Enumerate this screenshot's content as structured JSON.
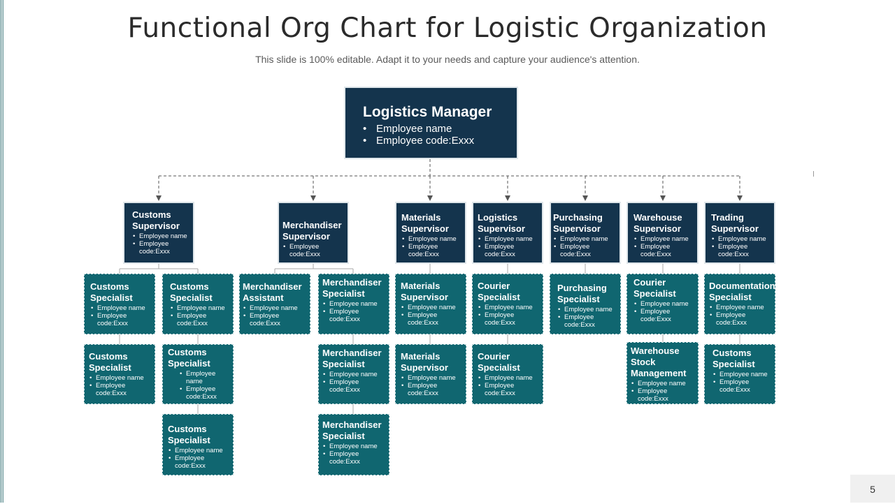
{
  "title": "Functional Org Chart for Logistic Organization",
  "subtitle": "This slide is 100% editable. Adapt it to your needs and capture your audience's attention.",
  "page_number": "5",
  "manager": {
    "title": "Logistics Manager",
    "items": [
      "Employee name",
      "Employee code:Exxx"
    ]
  },
  "supervisors": [
    {
      "title": "Customs Supervisor",
      "items": [
        "Employee name",
        "Employee code:Exxx"
      ]
    },
    {
      "title": "Merchandiser Supervisor",
      "items": [
        "Employee code:Exxx"
      ]
    },
    {
      "title": "Materials Supervisor",
      "items": [
        "Employee name",
        "Employee code:Exxx"
      ]
    },
    {
      "title": "Logistics Supervisor",
      "items": [
        "Employee name",
        "Employee code:Exxx"
      ]
    },
    {
      "title": "Purchasing Supervisor",
      "items": [
        "Employee name",
        "Employee code:Exxx"
      ]
    },
    {
      "title": "Warehouse Supervisor",
      "items": [
        "Employee name",
        "Employee code:Exxx"
      ]
    },
    {
      "title": "Trading Supervisor",
      "items": [
        "Employee name",
        "Employee code:Exxx"
      ]
    }
  ],
  "staff": [
    {
      "title": "Customs Specialist",
      "items": [
        "Employee name",
        "Employee code:Exxx"
      ]
    },
    {
      "title": "Customs Specialist",
      "items": [
        "Employee name",
        "Employee code:Exxx"
      ]
    },
    {
      "title": "Customs Specialist",
      "items": [
        "Employee name",
        "Employee code:Exxx"
      ]
    },
    {
      "title": "Customs Specialist",
      "items": [
        "Employee name",
        "Employee code:Exxx"
      ]
    },
    {
      "title": "Customs Specialist",
      "items": [
        "Employee name",
        "Employee code:Exxx"
      ]
    },
    {
      "title": "Merchandiser Assistant",
      "items": [
        "Employee name",
        "Employee code:Exxx"
      ]
    },
    {
      "title": "Merchandiser Specialist",
      "items": [
        "Employee name",
        "Employee code:Exxx"
      ]
    },
    {
      "title": "Merchandiser Specialist",
      "items": [
        "Employee name",
        "Employee code:Exxx"
      ]
    },
    {
      "title": "Merchandiser Specialist",
      "items": [
        "Employee name",
        "Employee code:Exxx"
      ]
    },
    {
      "title": "Materials Supervisor",
      "items": [
        "Employee name",
        "Employee code:Exxx"
      ]
    },
    {
      "title": "Materials Supervisor",
      "items": [
        "Employee name",
        "Employee code:Exxx"
      ]
    },
    {
      "title": "Courier Specialist",
      "items": [
        "Employee name",
        "Employee code:Exxx"
      ]
    },
    {
      "title": "Courier Specialist",
      "items": [
        "Employee name",
        "Employee code:Exxx"
      ]
    },
    {
      "title": "Purchasing Specialist",
      "items": [
        "Employee name",
        "Employee code:Exxx"
      ]
    },
    {
      "title": "Courier Specialist",
      "items": [
        "Employee name",
        "Employee code:Exxx"
      ]
    },
    {
      "title": "Warehouse Stock Management",
      "items": [
        "Employee name",
        "Employee code:Exxx"
      ]
    },
    {
      "title": "Documentation Specialist",
      "items": [
        "Employee name",
        "Employee code:Exxx"
      ]
    },
    {
      "title": "Customs Specialist",
      "items": [
        "Employee name",
        "Employee code:Exxx"
      ]
    }
  ],
  "colors": {
    "supervisor": "#14344d",
    "specialist": "#106670",
    "connector": "#555555"
  }
}
